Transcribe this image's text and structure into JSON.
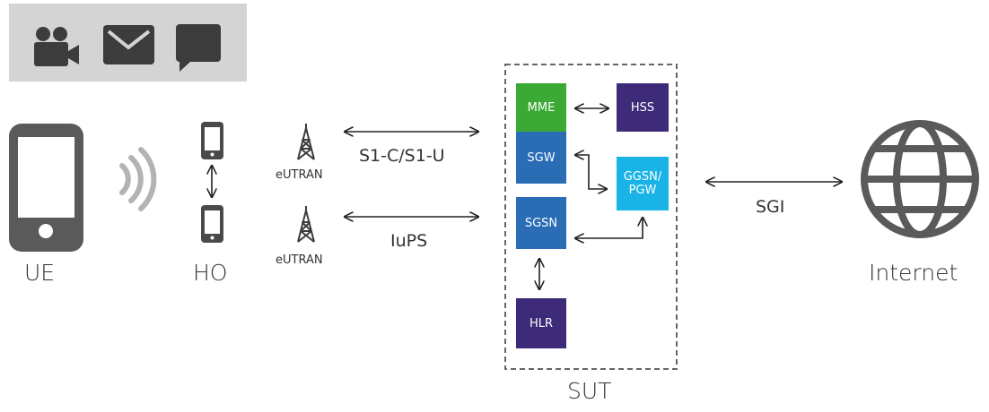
{
  "services": {
    "icons": [
      "video-camera-icon",
      "mail-icon",
      "chat-bubble-icon"
    ],
    "background": "#d4d4d4",
    "icon_color": "#3c3c3c"
  },
  "devices": {
    "ue_label": "UE",
    "ho_label": "HO",
    "ran_top_label": "eUTRAN",
    "ran_bottom_label": "eUTRAN"
  },
  "links": {
    "s1": "S1-C/S1-U",
    "iups": "IuPS",
    "sgi": "SGI"
  },
  "sut": {
    "label": "SUT",
    "nodes": {
      "mme": "MME",
      "hss": "HSS",
      "sgw": "SGW",
      "ggsn_pgw_line1": "GGSN/",
      "ggsn_pgw_line2": "PGW",
      "sgsn": "SGSN",
      "hlr": "HLR"
    }
  },
  "internet": {
    "label": "Internet"
  },
  "colors": {
    "mme": "#3aaa35",
    "hss": "#3d2a78",
    "sgw": "#2a6db5",
    "sgsn": "#2a6db5",
    "ggsn_pgw": "#1ab3e6",
    "hlr": "#3d2a78",
    "icon": "#5a5a5a",
    "signal": "#b3b3b3"
  }
}
